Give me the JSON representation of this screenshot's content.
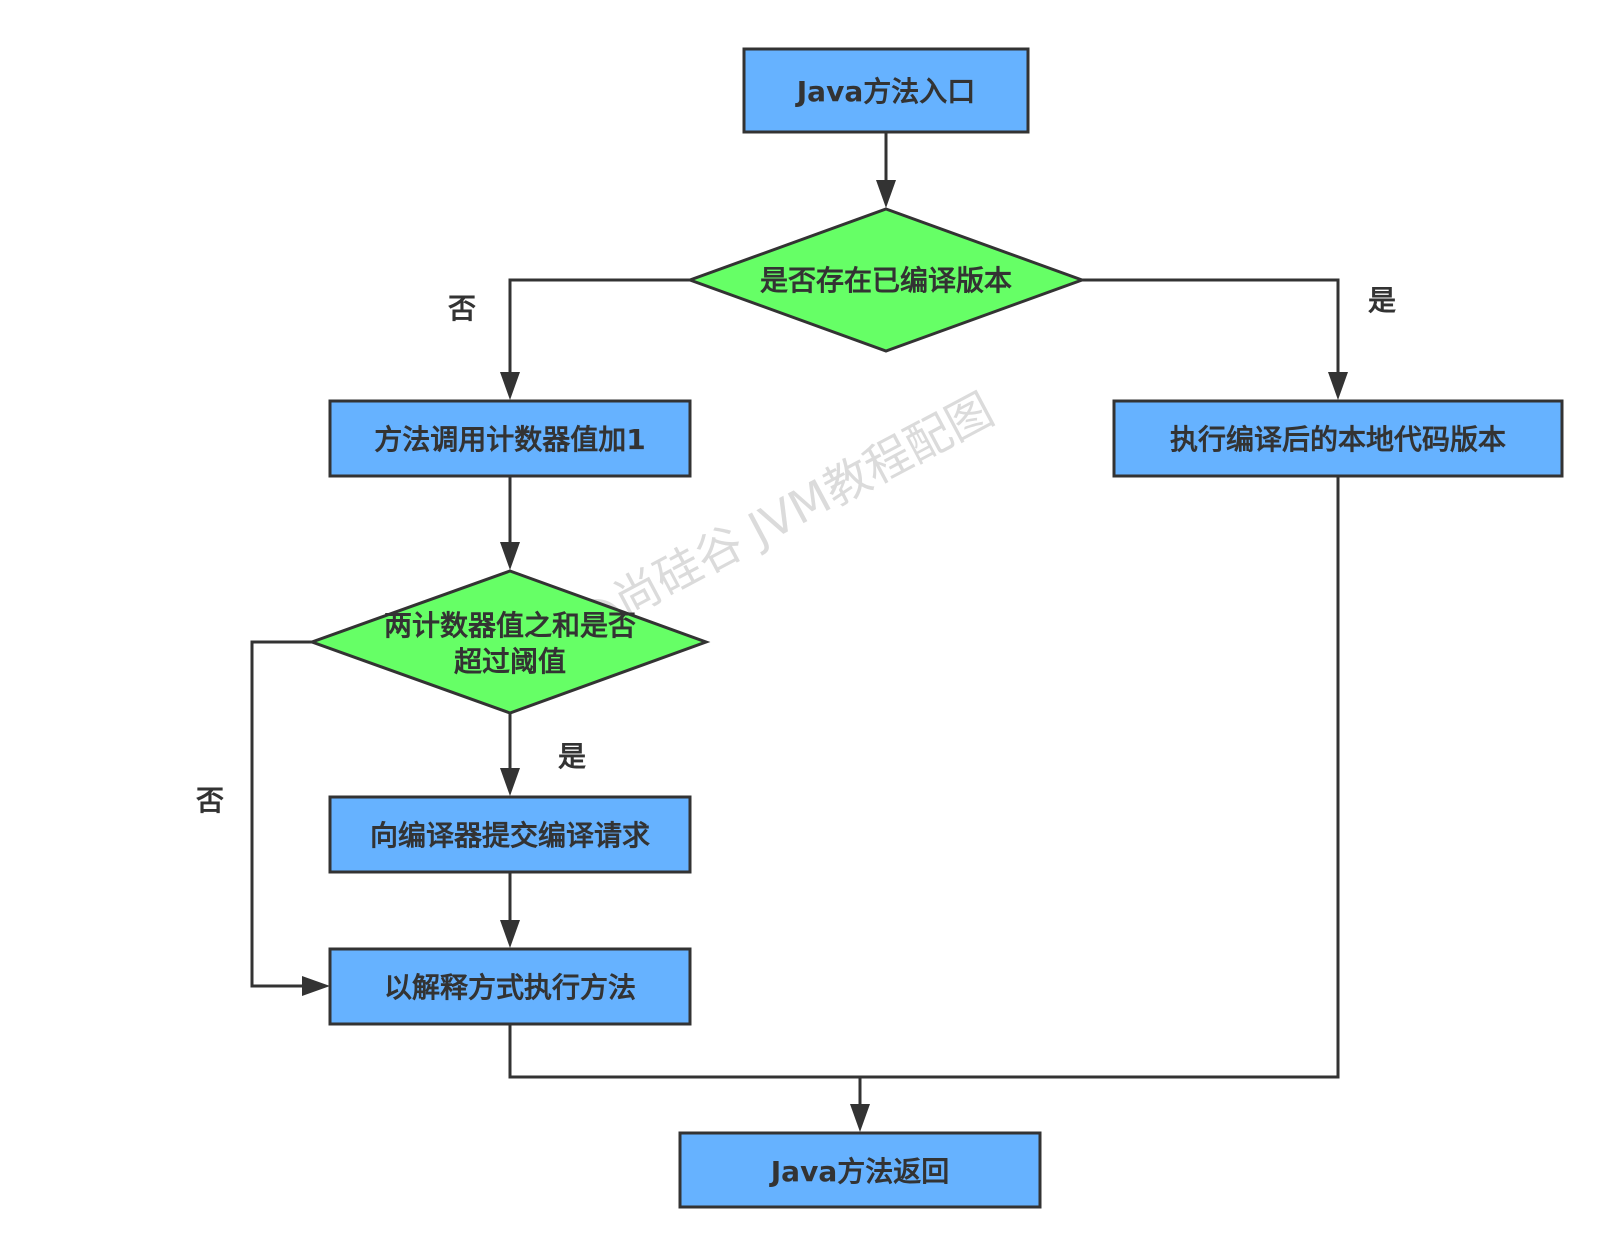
{
  "nodes": {
    "java_entry": {
      "label": "Java方法入口"
    },
    "has_compiled": {
      "label": "是否存在已编译版本"
    },
    "increment_counter": {
      "label": "方法调用计数器值加1"
    },
    "threshold_check": {
      "label_line1": "两计数器值之和是否",
      "label_line2": "超过阈值"
    },
    "submit_compile": {
      "label": "向编译器提交编译请求"
    },
    "interpret": {
      "label": "以解释方式执行方法"
    },
    "run_native": {
      "label": "执行编译后的本地代码版本"
    },
    "java_return": {
      "label": "Java方法返回"
    }
  },
  "edges": {
    "has_compiled_no": "否",
    "has_compiled_yes": "是",
    "threshold_yes": "是",
    "threshold_no": "否"
  },
  "watermark": {
    "text": "尚硅谷 JVM教程配图"
  },
  "colors": {
    "process_fill": "#66b2ff",
    "decision_fill": "#66ff66",
    "stroke": "#333333",
    "text": "#333333"
  }
}
